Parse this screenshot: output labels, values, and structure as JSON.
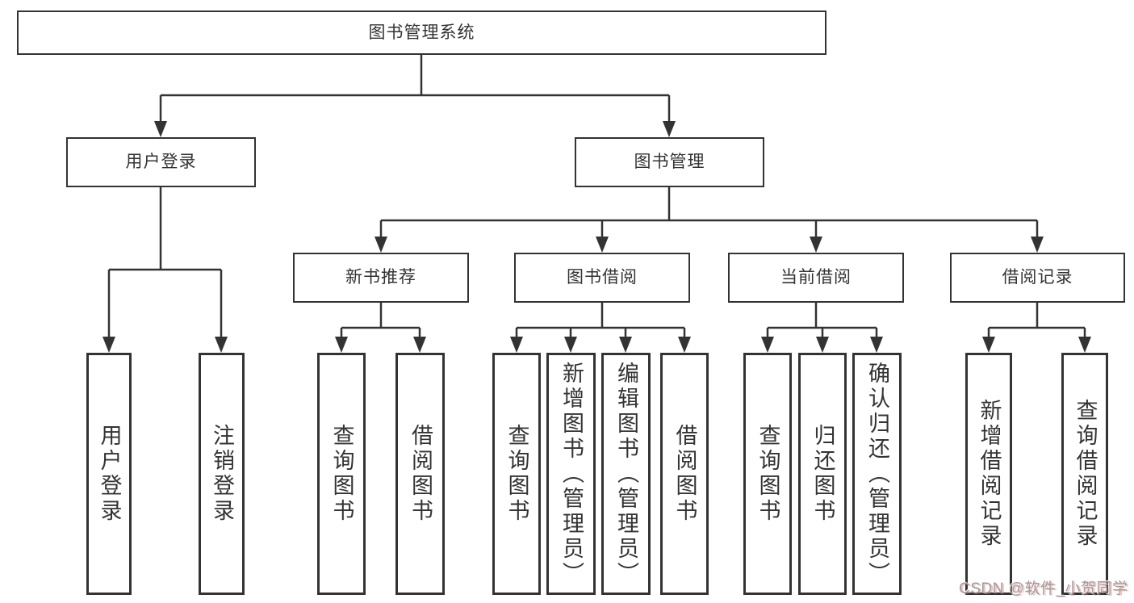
{
  "diagram": {
    "root": {
      "label": "图书管理系统"
    },
    "level2": [
      {
        "label": "用户登录"
      },
      {
        "label": "图书管理"
      }
    ],
    "level3": [
      {
        "label": "新书推荐"
      },
      {
        "label": "图书借阅"
      },
      {
        "label": "当前借阅"
      },
      {
        "label": "借阅记录"
      }
    ],
    "leaves": [
      {
        "label": "用户登录"
      },
      {
        "label": "注销登录"
      },
      {
        "label": "查询图书"
      },
      {
        "label": "借阅图书"
      },
      {
        "label": "查询图书"
      },
      {
        "label": "新增图书（管理员）"
      },
      {
        "label": "编辑图书（管理员）"
      },
      {
        "label": "借阅图书"
      },
      {
        "label": "查询图书"
      },
      {
        "label": "归还图书"
      },
      {
        "label": "确认归还（管理员）"
      },
      {
        "label": "新增借阅记录"
      },
      {
        "label": "查询借阅记录"
      }
    ],
    "line_color": "#333333",
    "box_background": "#ffffff"
  },
  "watermark": {
    "text": "CSDN @软件_小贺同学"
  }
}
